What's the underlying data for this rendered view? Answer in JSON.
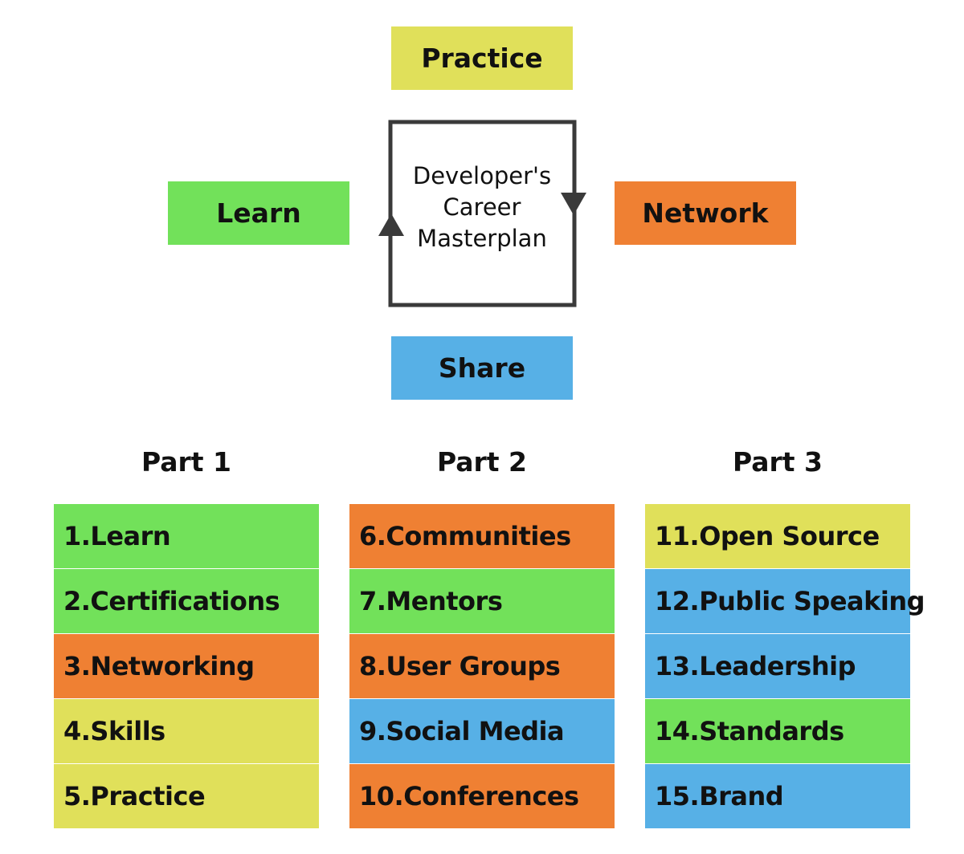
{
  "cycle": {
    "center_label_lines": [
      "Developer's",
      "Career",
      "Masterplan"
    ],
    "top": {
      "label": "Practice",
      "color": "#e0e05a"
    },
    "left": {
      "label": "Learn",
      "color": "#72e15a"
    },
    "right": {
      "label": "Network",
      "color": "#ef8033"
    },
    "bottom": {
      "label": "Share",
      "color": "#57b0e6"
    }
  },
  "parts": [
    {
      "header": "Part 1",
      "items": [
        {
          "label": "1.Learn",
          "color": "green"
        },
        {
          "label": "2.Certifications",
          "color": "green"
        },
        {
          "label": "3.Networking",
          "color": "orange"
        },
        {
          "label": "4.Skills",
          "color": "yellow"
        },
        {
          "label": "5.Practice",
          "color": "yellow"
        }
      ]
    },
    {
      "header": "Part 2",
      "items": [
        {
          "label": "6.Communities",
          "color": "orange"
        },
        {
          "label": "7.Mentors",
          "color": "green"
        },
        {
          "label": "8.User Groups",
          "color": "orange"
        },
        {
          "label": "9.Social Media",
          "color": "blue"
        },
        {
          "label": "10.Conferences",
          "color": "orange"
        }
      ]
    },
    {
      "header": "Part 3",
      "items": [
        {
          "label": "11.Open Source",
          "color": "yellow"
        },
        {
          "label": "12.Public Speaking",
          "color": "blue"
        },
        {
          "label": "13.Leadership",
          "color": "blue"
        },
        {
          "label": "14.Standards",
          "color": "green"
        },
        {
          "label": "15.Brand",
          "color": "blue"
        }
      ]
    }
  ]
}
